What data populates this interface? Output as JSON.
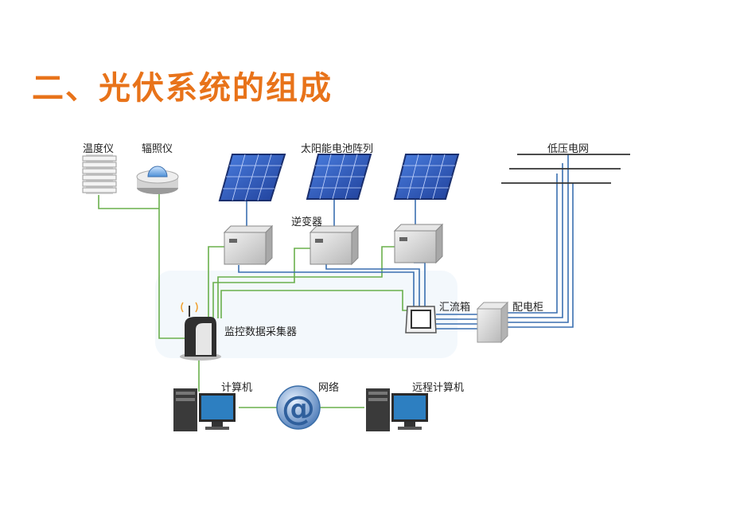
{
  "title": "二、光伏系统的组成",
  "labels": {
    "thermometer": "温度仪",
    "irradiance_meter": "辐照仪",
    "solar_array": "太阳能电池阵列",
    "low_voltage_grid": "低压电网",
    "inverter": "逆变器",
    "combiner_box": "汇流箱",
    "distribution_cabinet": "配电柜",
    "data_collector": "监控数据采集器",
    "computer": "计算机",
    "network": "网络",
    "remote_computer": "远程计算机",
    "network_symbol": "@"
  },
  "colors": {
    "title": "#e8731a",
    "wire_green": "#6ab04c",
    "wire_blue": "#3a6fb0",
    "panel": "#2a56b8"
  }
}
